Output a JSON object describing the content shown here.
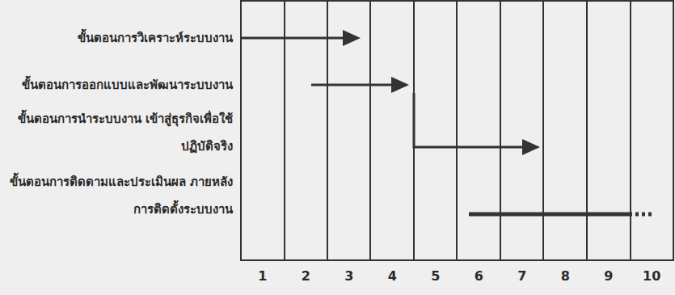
{
  "diagram": {
    "labels": [
      "ขั้นตอนการวิเคราะห์ระบบงาน",
      "ขั้นตอนการออกแบบและพัฒนาระบบงาน",
      "ขั้นตอนการนำระบบงาน เข้าสู่ธุรกิจเพื่อใช้ปฏิบัติจริง",
      "ขั้นตอนการติดตามและประเมินผล ภายหลังการติดตั้งระบบงาน",
      "1",
      "2",
      "3",
      "4",
      "5",
      "6",
      "7",
      "8",
      "9",
      "10"
    ]
  }
}
